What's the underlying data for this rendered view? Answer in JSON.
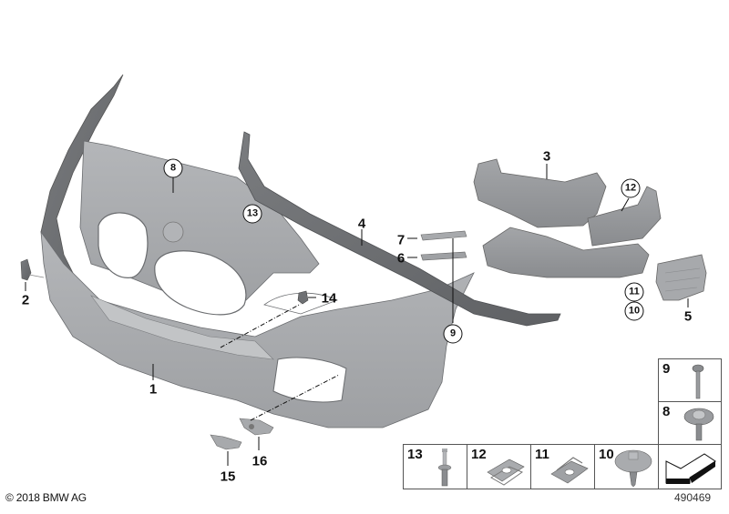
{
  "diagram": {
    "type": "exploded parts view",
    "subject": "Front bumper trim panel",
    "colors": {
      "part_fill": "#a9abae",
      "part_dark": "#6e7073",
      "part_light": "#c8cacc",
      "line": "#111111",
      "background": "#ffffff"
    }
  },
  "callouts": [
    {
      "id": "1",
      "label": "1",
      "style": "plain"
    },
    {
      "id": "2",
      "label": "2",
      "style": "plain"
    },
    {
      "id": "3",
      "label": "3",
      "style": "plain"
    },
    {
      "id": "4",
      "label": "4",
      "style": "plain"
    },
    {
      "id": "5",
      "label": "5",
      "style": "plain"
    },
    {
      "id": "6",
      "label": "6",
      "style": "plain"
    },
    {
      "id": "7",
      "label": "7",
      "style": "plain"
    },
    {
      "id": "8c",
      "label": "8",
      "style": "circled"
    },
    {
      "id": "9c",
      "label": "9",
      "style": "circled"
    },
    {
      "id": "10c",
      "label": "10",
      "style": "circled"
    },
    {
      "id": "11c",
      "label": "11",
      "style": "circled"
    },
    {
      "id": "12c",
      "label": "12",
      "style": "circled"
    },
    {
      "id": "13c",
      "label": "13",
      "style": "circled"
    },
    {
      "id": "14",
      "label": "14",
      "style": "plain"
    },
    {
      "id": "15",
      "label": "15",
      "style": "plain"
    },
    {
      "id": "16",
      "label": "16",
      "style": "plain"
    }
  ],
  "hardware_table": {
    "items": [
      {
        "num": "9",
        "part": "bolt"
      },
      {
        "num": "8",
        "part": "collar screw with washer"
      },
      {
        "num": "13",
        "part": "expanding rivet"
      },
      {
        "num": "12",
        "part": "spring nut"
      },
      {
        "num": "11",
        "part": "spring nut"
      },
      {
        "num": "10",
        "part": "screw with washer"
      }
    ],
    "last_cell_icon": "kit-arrow-icon"
  },
  "footer": {
    "copyright": "© 2018 BMW AG",
    "diagram_number": "490469"
  }
}
